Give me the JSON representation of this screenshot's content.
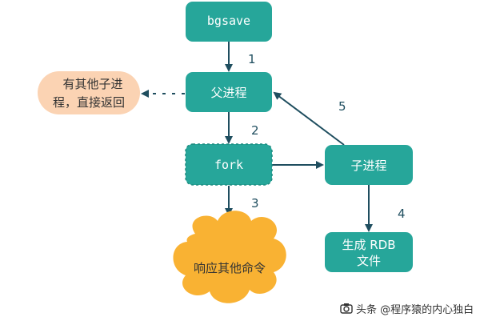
{
  "colors": {
    "node": "#26a69a",
    "node_stroke": "#1e8c80",
    "arrow": "#1f4e5f",
    "cloud": "#f9b233",
    "note": "#fbd3b3",
    "text_light": "#ffffff",
    "text_dark": "#333333"
  },
  "nodes": {
    "bgsave": "bgsave",
    "parent": "父进程",
    "fork": "fork",
    "child": "子进程",
    "rdb_line1": "生成 RDB",
    "rdb_line2": "文件",
    "respond": "响应其他命令",
    "note_line1": "有其他子进",
    "note_line2": "程，直接返回"
  },
  "steps": [
    "1",
    "2",
    "3",
    "4",
    "5"
  ],
  "watermark": {
    "icon": "camera-logo-icon",
    "text": "头条 @程序猿的内心独白"
  }
}
